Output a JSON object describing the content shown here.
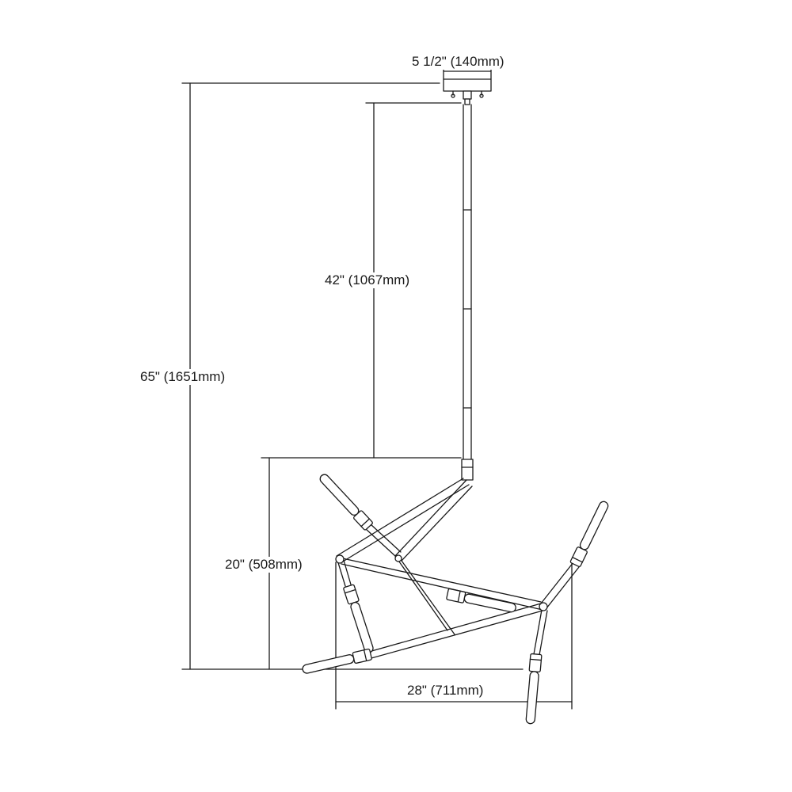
{
  "dimensions": {
    "canopy_width": "5 1/2\" (140mm)",
    "rod_height": "42\" (1067mm)",
    "total_height": "65\" (1651mm)",
    "body_height": "20\" (508mm)",
    "body_width": "28\" (711mm)"
  },
  "colors": {
    "line": "#1a1a1a",
    "fill": "#ffffff"
  }
}
